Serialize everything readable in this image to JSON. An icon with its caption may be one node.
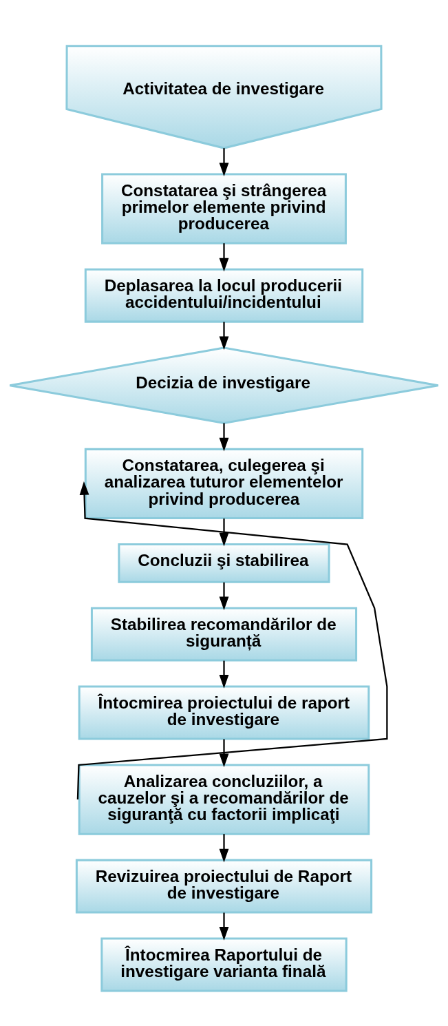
{
  "diagram": {
    "nodes": [
      {
        "text": [
          "Activitatea de investigare"
        ]
      },
      {
        "text": [
          "Constatarea şi strângerea primelor elemente privind producerea"
        ]
      },
      {
        "text": [
          "Deplasarea la locul producerii accidentului/incidentului"
        ]
      },
      {
        "text": [
          "Decizia de investigare"
        ]
      },
      {
        "text": [
          "Constatarea, culegerea şi analizarea tuturor elementelor privind producerea"
        ]
      },
      {
        "text": [
          "Concluzii şi stabilirea"
        ]
      },
      {
        "text": [
          "Stabilirea recomandărilor de siguranță"
        ]
      },
      {
        "text": [
          "Întocmirea proiectului de raport de investigare"
        ]
      },
      {
        "text": [
          "Analizarea concluziilor, a cauzelor şi a recomandărilor de siguranţă cu factorii implicaţi"
        ]
      },
      {
        "text": [
          "Revizuirea proiectului de Raport de investigare"
        ]
      },
      {
        "text": [
          "Întocmirea Raportului de investigare varianta finală"
        ]
      }
    ],
    "edges": [
      {
        "from": 0,
        "to": 1,
        "arrow": "to"
      },
      {
        "from": 1,
        "to": 2,
        "arrow": "to"
      },
      {
        "from": 2,
        "to": 3,
        "arrow": "to"
      },
      {
        "from": 3,
        "to": 4,
        "arrow": "to"
      },
      {
        "from": 4,
        "to": 5,
        "arrow": "to"
      },
      {
        "from": 5,
        "to": 6,
        "arrow": "to"
      },
      {
        "from": 6,
        "to": 7,
        "arrow": "to"
      },
      {
        "from": 7,
        "to": 8,
        "arrow": "to"
      },
      {
        "from": 8,
        "to": 4,
        "arrow": "to"
      },
      {
        "from": 8,
        "to": 9,
        "arrow": "to"
      },
      {
        "from": 9,
        "to": 10,
        "arrow": "to"
      }
    ]
  }
}
